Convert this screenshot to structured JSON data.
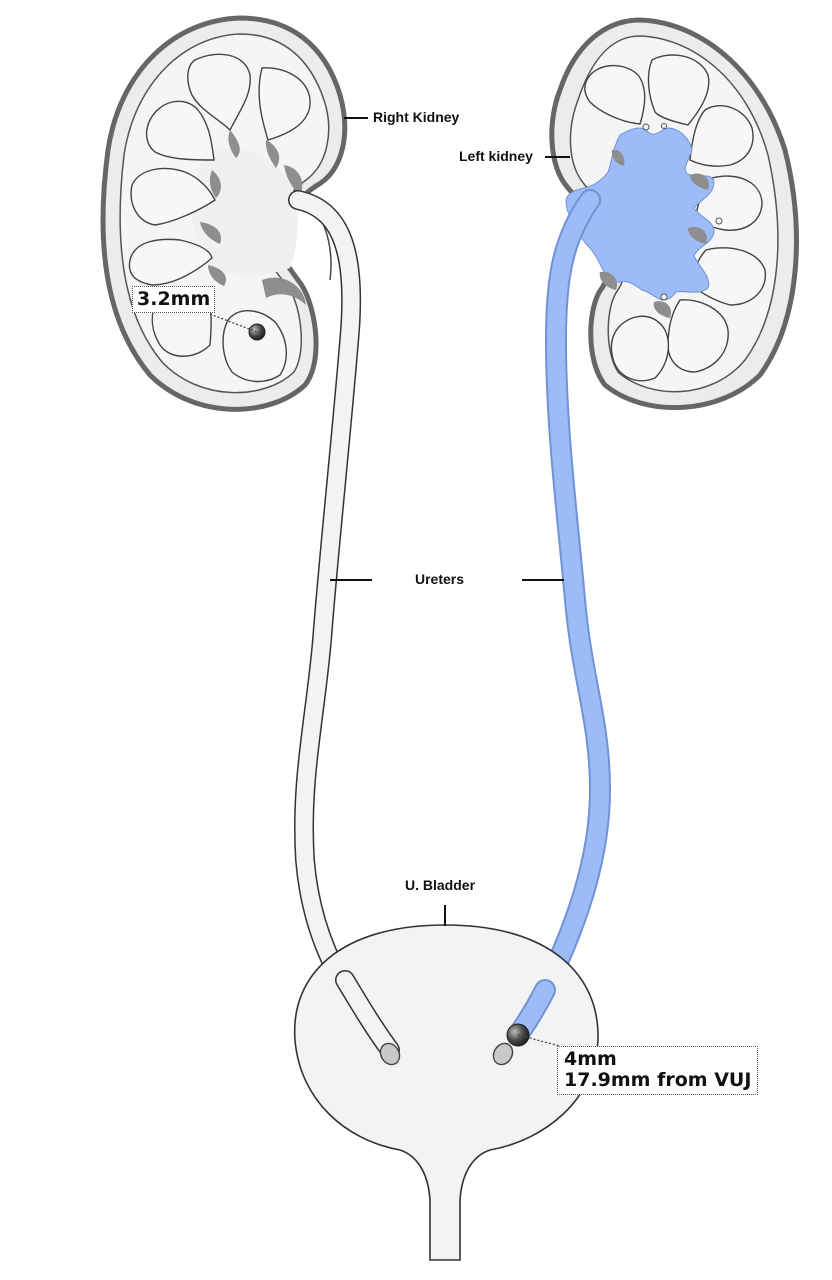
{
  "labels": {
    "right_kidney": "Right Kidney",
    "left_kidney": "Left kidney",
    "ureters": "Ureters",
    "bladder": "U. Bladder"
  },
  "stones": {
    "right_kidney_stone": {
      "size": "3.2mm"
    },
    "left_vuj_stone": {
      "size": "4mm",
      "distance": "17.9mm from VUJ"
    }
  },
  "colors": {
    "tissue": "#f3f3f3",
    "outline": "#333333",
    "capsule": "#6b6b6b",
    "calyx_shadow": "#8e8e8e",
    "hydronephrosis_blue": "#9dbcf7",
    "stone": "#4a4a4a"
  }
}
